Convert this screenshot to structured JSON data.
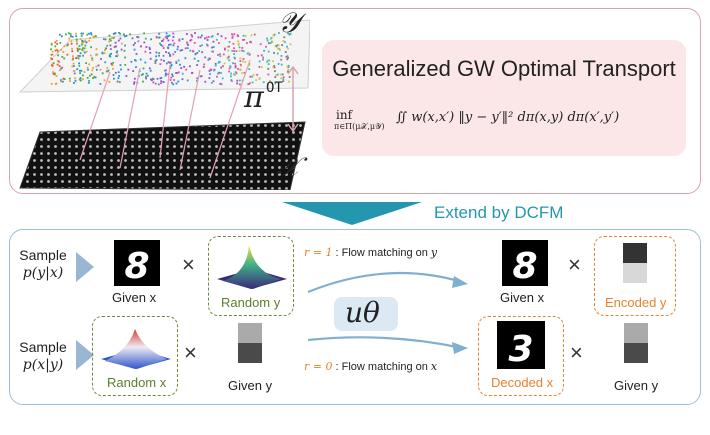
{
  "top": {
    "title": "Generalized GW Optimal Transport",
    "formula": "inf_{π∈Π(μ_X,μ_Y)} ∬ w(x,x′) ‖y − y′‖² dπ(x,y) dπ(x′,y′)",
    "formula_inf": "inf",
    "formula_sub": "π∈Π(μ𝒳,μ𝒴)",
    "formula_body": "∬ w(x,x′) ‖y − y′‖² dπ(x,y) dπ(x′,y′)",
    "label_y": "𝒴",
    "label_x": "𝒳",
    "pi_label": "π",
    "pi_sup": "OT"
  },
  "extend_label": "Extend by DCFM",
  "rows": [
    {
      "sample_label": "Sample",
      "sample_dist": "p(y|x)",
      "given_caption": "Given x",
      "random_caption": "Random y",
      "flow_prefix": "r = 1",
      "flow_text": ": Flow matching on",
      "flow_var": "y",
      "out_caption": "Given x",
      "enc_caption": "Encoded y"
    },
    {
      "sample_label": "Sample",
      "sample_dist": "p(x|y)",
      "random_caption": "Random x",
      "given_caption": "Given y",
      "flow_prefix": "r = 0",
      "flow_text": ": Flow matching on",
      "flow_var": "x",
      "dec_caption": "Decoded x",
      "out_caption": "Given y"
    }
  ],
  "u_theta": "uθ",
  "times_symbol": "×",
  "colors": {
    "pink_border": "#d9a3ad",
    "blue_border": "#9cc0db",
    "teal": "#2596b0",
    "orange": "#e9822c",
    "green": "#5b7f2c"
  }
}
